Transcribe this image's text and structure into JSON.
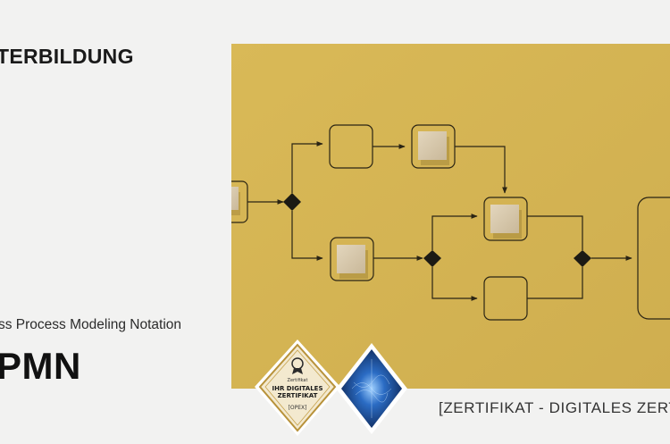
{
  "page": {
    "heading": "TERBILDUNG",
    "subtitle": "ss Process Modeling Notation",
    "big_title": "PMN",
    "caption": "[ZERTIFIKAT - DIGITALES ZERTI"
  },
  "badge": {
    "line1": "Zertifikat",
    "line2": "IHR DIGITALES",
    "line3": "ZERTIFIKAT",
    "logo": "[OPEX]"
  },
  "colors": {
    "background": "#f2f2f1",
    "photo": "#d5b454",
    "line": "#2a2414",
    "block": "#d8c8ad"
  }
}
